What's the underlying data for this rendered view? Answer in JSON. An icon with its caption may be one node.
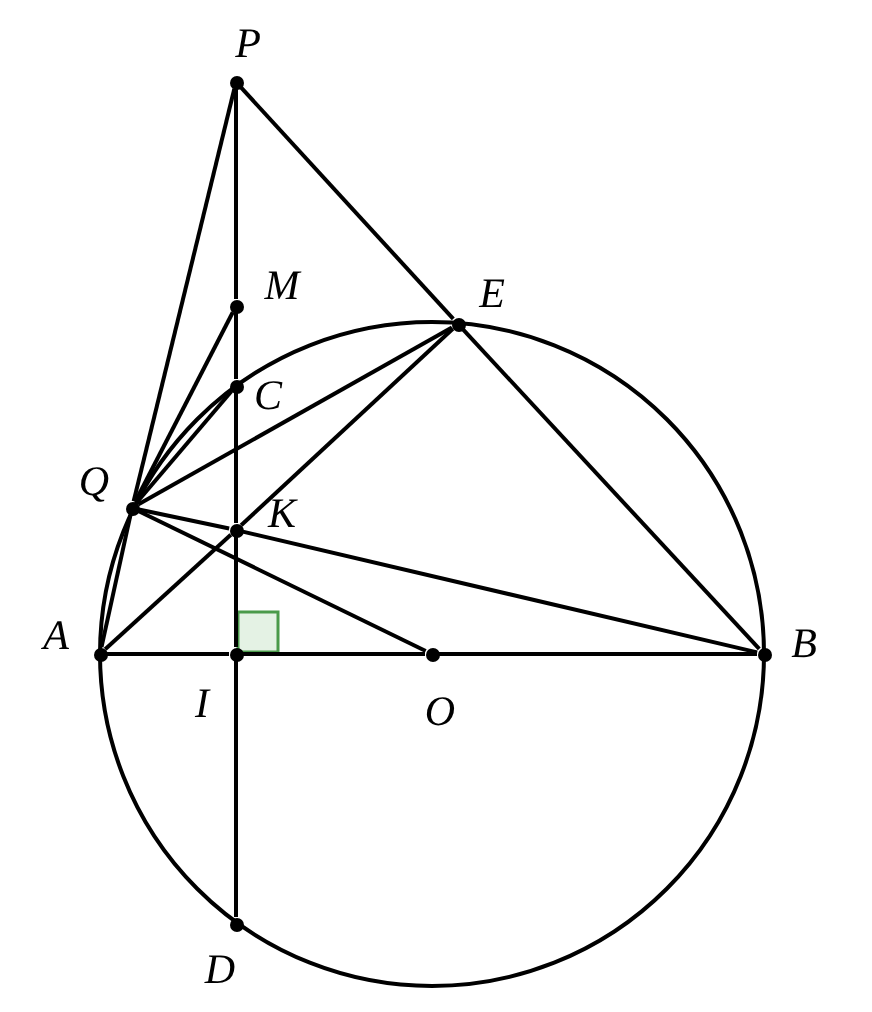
{
  "diagram": {
    "nodes": [
      {
        "text": [
          "P"
        ]
      },
      {
        "text": [
          "M"
        ]
      },
      {
        "text": [
          "E"
        ]
      },
      {
        "text": [
          "C"
        ]
      },
      {
        "text": [
          "Q"
        ]
      },
      {
        "text": [
          "K"
        ]
      },
      {
        "text": [
          "A"
        ]
      },
      {
        "text": [
          "I"
        ]
      },
      {
        "text": [
          "O"
        ]
      },
      {
        "text": [
          "B"
        ]
      },
      {
        "text": [
          "D"
        ]
      }
    ],
    "edges": [
      {
        "from": 0,
        "to": 1,
        "arrow": "none"
      },
      {
        "from": 1,
        "to": 3,
        "arrow": "none"
      },
      {
        "from": 3,
        "to": 5,
        "arrow": "none"
      },
      {
        "from": 5,
        "to": 7,
        "arrow": "none"
      },
      {
        "from": 7,
        "to": 10,
        "arrow": "none"
      },
      {
        "from": 0,
        "to": 4,
        "arrow": "none"
      },
      {
        "from": 0,
        "to": 2,
        "arrow": "none"
      },
      {
        "from": 2,
        "to": 9,
        "arrow": "none"
      },
      {
        "from": 6,
        "to": 7,
        "arrow": "none"
      },
      {
        "from": 7,
        "to": 8,
        "arrow": "none"
      },
      {
        "from": 8,
        "to": 9,
        "arrow": "none"
      },
      {
        "from": 4,
        "to": 1,
        "arrow": "none"
      },
      {
        "from": 4,
        "to": 3,
        "arrow": "none"
      },
      {
        "from": 4,
        "to": 2,
        "arrow": "none"
      },
      {
        "from": 4,
        "to": 5,
        "arrow": "none"
      },
      {
        "from": 5,
        "to": 9,
        "arrow": "none"
      },
      {
        "from": 4,
        "to": 8,
        "arrow": "none"
      },
      {
        "from": 4,
        "to": 6,
        "arrow": "none"
      },
      {
        "from": 6,
        "to": 5,
        "arrow": "none"
      },
      {
        "from": 5,
        "to": 2,
        "arrow": "none"
      }
    ]
  }
}
